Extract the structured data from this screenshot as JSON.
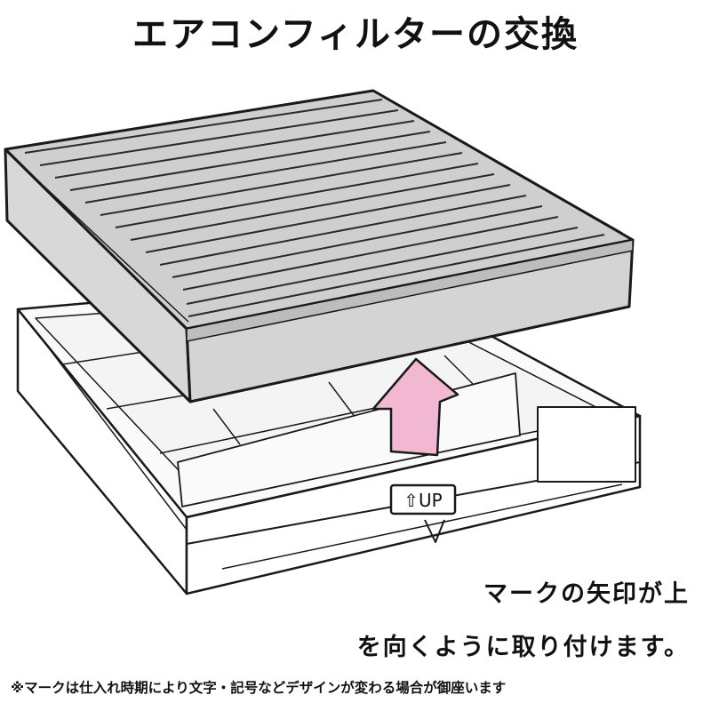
{
  "title": "エアコンフィルターの交換",
  "up_mark": "⇧UP",
  "caption_line1": "マークの矢印が上",
  "caption_line2": "を向くように取り付けます。",
  "footnote": "※マークは仕入れ時期により文字・記号などデザインが変わる場合が御座います",
  "colors": {
    "filter_body": "#cfcfcf",
    "filter_pleats": "#c4c4c4",
    "housing": "#ffffff",
    "arrow": "#f2b8d2",
    "outline": "#1a1a1a"
  }
}
